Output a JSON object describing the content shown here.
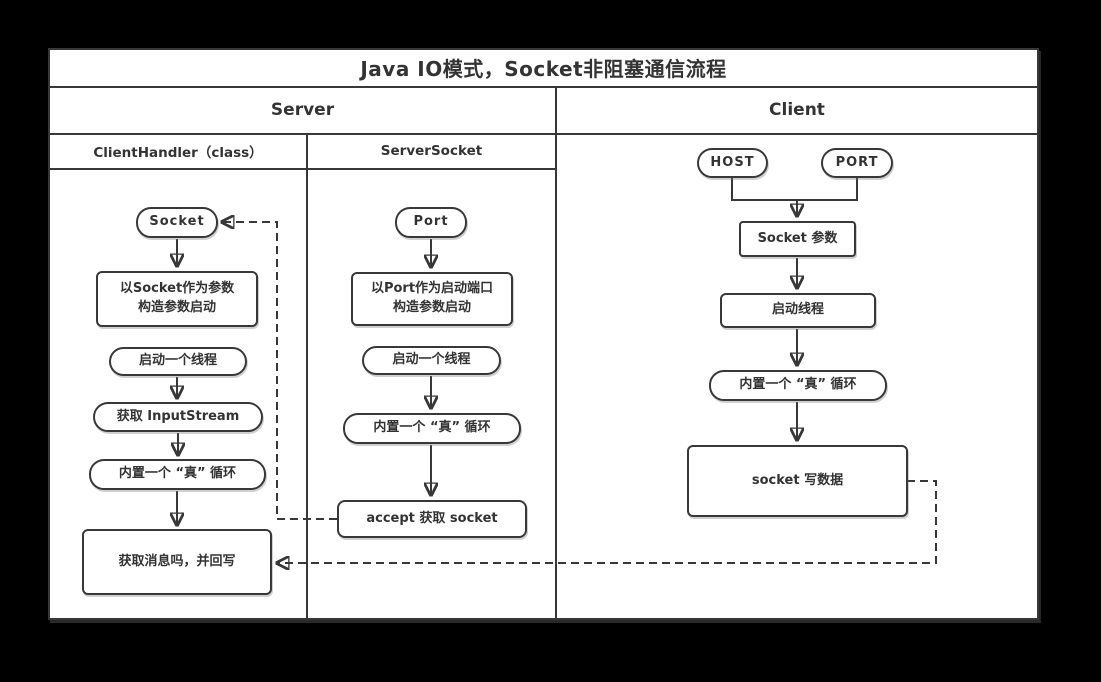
{
  "title": "Java IO模式，Socket非阻塞通信流程",
  "header": {
    "server": "Server",
    "client": "Client"
  },
  "subheader": {
    "client_handler": "ClientHandler（class）",
    "server_socket": "ServerSocket"
  },
  "server": {
    "client_handler": {
      "socket_pill": "Socket",
      "construct_line1": "以Socket作为参数",
      "construct_line2": "构造参数启动",
      "start_thread": "启动一个线程",
      "get_inputstream": "获取 InputStream",
      "true_loop": "内置一个 “真” 循环",
      "read_write_back": "获取消息吗，并回写"
    },
    "server_socket": {
      "port_pill": "Port",
      "construct_line1": "以Port作为启动端口",
      "construct_line2": "构造参数启动",
      "start_thread": "启动一个线程",
      "true_loop": "内置一个 “真” 循环",
      "accept": "accept 获取  socket"
    }
  },
  "client": {
    "host_pill": "HOST",
    "port_pill": "PORT",
    "socket_params": "Socket  参数",
    "start_thread": "启动线程",
    "true_loop": "内置一个 “真” 循环",
    "socket_write": "socket  写数据"
  },
  "colors": {
    "line": "#383838",
    "text": "#333333",
    "panel_bg": "#ffffff",
    "page_bg": "#000000"
  }
}
